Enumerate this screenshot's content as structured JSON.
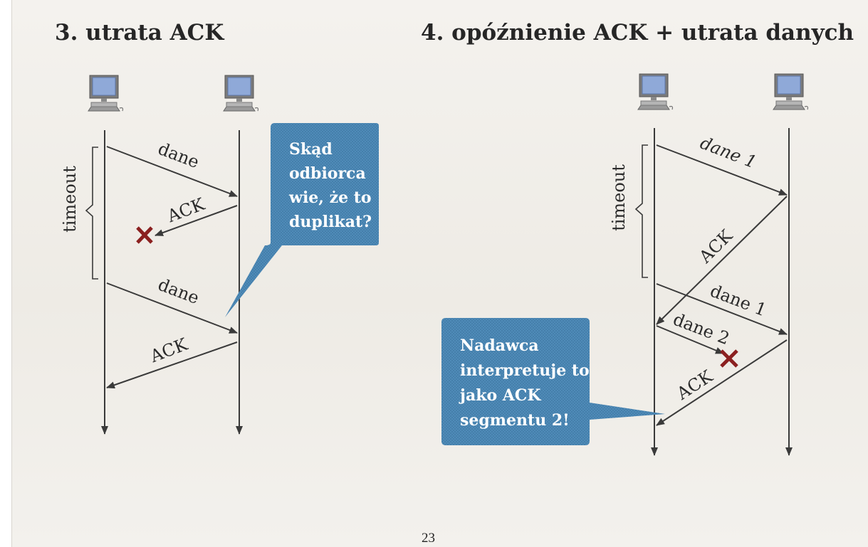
{
  "titles": {
    "left": "3. utrata ACK",
    "right": "4. opóźnienie ACK + utrata danych"
  },
  "labels": {
    "dane": "dane",
    "ack": "ACK",
    "timeout": "timeout",
    "dane1": "dane 1",
    "dane2": "dane 2"
  },
  "callouts": {
    "left": [
      "Skąd",
      "odbiorca",
      "wie, że to",
      "duplikat?"
    ],
    "right": [
      "Nadawca",
      "interpretuje to",
      "jako ACK",
      "segmentu 2!"
    ]
  },
  "icons": [
    "computer-icon",
    "lost-packet-x-icon"
  ],
  "colors": {
    "callout_fill": "#4a86b3",
    "loss_mark": "#8b2020",
    "line": "#3a3a3a"
  },
  "page_number": "23"
}
